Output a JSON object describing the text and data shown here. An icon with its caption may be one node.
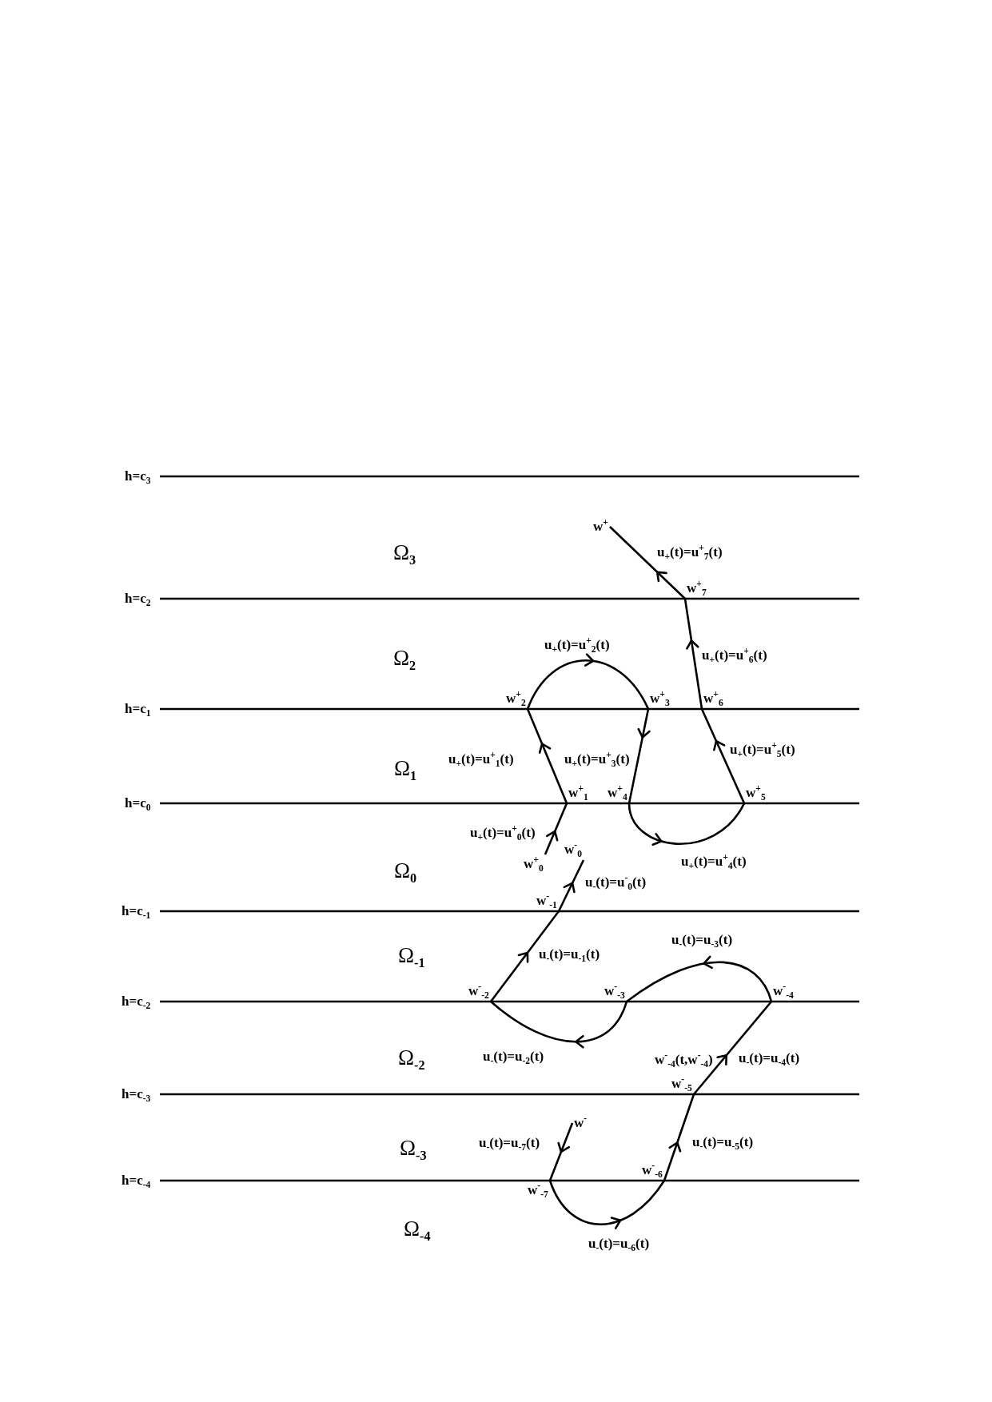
{
  "diagram": {
    "nodes": [
      {
        "text": [
          "w$^{+}$"
        ]
      },
      {
        "text": [
          "w$^{+}$$_{7}$"
        ]
      },
      {
        "text": [
          "w$^{+}$$_{2}$"
        ]
      },
      {
        "text": [
          "w$^{+}$$_{3}$"
        ]
      },
      {
        "text": [
          "w$^{+}$$_{6}$"
        ]
      },
      {
        "text": [
          "w$^{+}$$_{1}$"
        ]
      },
      {
        "text": [
          "w$^{+}$$_{4}$"
        ]
      },
      {
        "text": [
          "w$^{+}$$_{5}$"
        ]
      },
      {
        "text": [
          "w$^{+}$$_{0}$"
        ]
      },
      {
        "text": [
          "w$^{-}$$_{0}$"
        ]
      },
      {
        "text": [
          "w$^{-}$$_{-1}$"
        ]
      },
      {
        "text": [
          "w$^{-}$$_{-2}$"
        ]
      },
      {
        "text": [
          "w$^{-}$$_{-3}$"
        ]
      },
      {
        "text": [
          "w$^{-}$$_{-4}$"
        ]
      },
      {
        "text": [
          "w$^{-}$$_{-5}$"
        ]
      },
      {
        "text": [
          "w$^{-}$"
        ]
      },
      {
        "text": [
          "w$^{-}$$_{-6}$"
        ]
      },
      {
        "text": [
          "w$^{-}$$_{-7}$"
        ]
      }
    ],
    "edges": [
      {
        "from": 8,
        "to": 5,
        "arrow": "to",
        "label": "u$_{+}$(t)=u$^{+}$$_{0}$(t)"
      },
      {
        "from": 5,
        "to": 2,
        "arrow": "to",
        "label": "u$_{+}$(t)=u$^{+}$$_{1}$(t)"
      },
      {
        "from": 2,
        "to": 3,
        "arrow": "to",
        "label": "u$_{+}$(t)=u$^{+}$$_{2}$(t)"
      },
      {
        "from": 3,
        "to": 6,
        "arrow": "to",
        "label": "u$_{+}$(t)=u$^{+}$$_{3}$(t)"
      },
      {
        "from": 6,
        "to": 7,
        "arrow": "to",
        "label": "u$_{+}$(t)=u$^{+}$$_{4}$(t)"
      },
      {
        "from": 7,
        "to": 4,
        "arrow": "to",
        "label": "u$_{+}$(t)=u$^{+}$$_{5}$(t)"
      },
      {
        "from": 4,
        "to": 1,
        "arrow": "to",
        "label": "u$_{+}$(t)=u$^{+}$$_{6}$(t)"
      },
      {
        "from": 1,
        "to": 0,
        "arrow": "to",
        "label": "u$_{+}$(t)=u$^{+}$$_{7}$(t)"
      },
      {
        "from": 15,
        "to": 17,
        "arrow": "to",
        "label": "u$_{-}$(t)=u$_{-7}$(t)"
      },
      {
        "from": 17,
        "to": 16,
        "arrow": "to",
        "label": "u$_{-}$(t)=u$_{-6}$(t)"
      },
      {
        "from": 16,
        "to": 14,
        "arrow": "to",
        "label": "u$_{-}$(t)=u$_{-5}$(t)"
      },
      {
        "from": 14,
        "to": 13,
        "arrow": "to",
        "label": "u$_{-}$(t)=u$_{-4}$(t)"
      },
      {
        "from": 13,
        "to": 12,
        "arrow": "to",
        "label": "u$_{-}$(t)=u$_{-3}$(t)"
      },
      {
        "from": 12,
        "to": 11,
        "arrow": "to",
        "label": "u$_{-}$(t)=u$_{-2}$(t)"
      },
      {
        "from": 11,
        "to": 10,
        "arrow": "to",
        "label": "u$_{-}$(t)=u$_{-1}$(t)"
      },
      {
        "from": 10,
        "to": 9,
        "arrow": "to",
        "label": "u$_{-}$(t)=u$^{-}$$_{0}$(t)"
      }
    ],
    "labels": [
      "h=c$_{3}$",
      "Ω$_{3}$",
      "h=c$_{2}$",
      "Ω$_{2}$",
      "h=c$_{1}$",
      "Ω$_{1}$",
      "h=c$_{0}$",
      "Ω$_{0}$",
      "h=c$_{-1}$",
      "Ω$_{-1}$",
      "h=c$_{-2}$",
      "Ω$_{-2}$",
      "w$^{-}$$_{-4}$(t,w$^{-}$$_{-4}$)",
      "h=c$_{-3}$",
      "Ω$_{-3}$",
      "h=c$_{-4}$",
      "Ω$_{-4}$"
    ]
  }
}
